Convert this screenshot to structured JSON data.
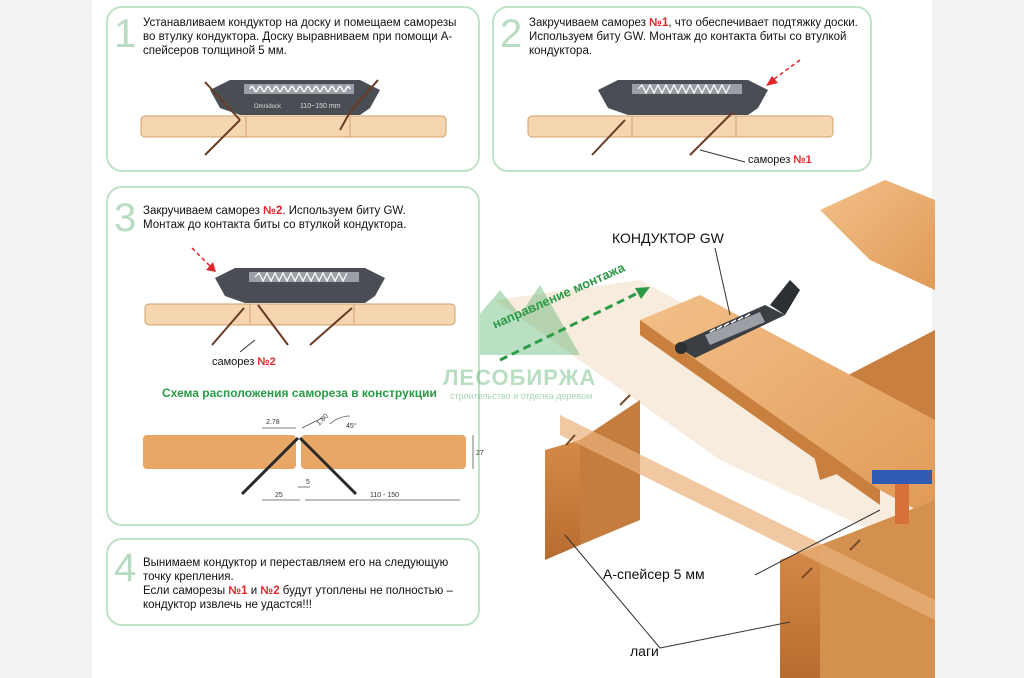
{
  "steps": {
    "s1": {
      "number": "1",
      "text": "Устанавливаем кондуктор на доску и помещаем саморезы во втулку кондуктора. Доску выравниваем при помощи А-спейсеров толщиной 5 мм."
    },
    "s2": {
      "number": "2",
      "text_before": "Закручиваем саморез ",
      "text_highlight": "№1",
      "text_after": ", что обеспечивает подтяжку доски. Используем биту GW. Монтаж до контакта биты со втулкой кондуктора.",
      "label_text": "саморез ",
      "label_num": "№1"
    },
    "s3": {
      "number": "3",
      "text_before": "Закручиваем саморез ",
      "text_highlight": "№2",
      "text_after": ". Используем биту GW. Монтаж до контакта биты со втулкой кондуктора.",
      "label_text": "саморез ",
      "label_num": "№2",
      "scheme_title": "Схема расположения самореза в конструкции",
      "dims": {
        "d1": "2.78",
        "d2": "1.80",
        "angle": "45°",
        "height": "27",
        "d25": "25",
        "d5": "5",
        "range": "110 - 150"
      }
    },
    "s4": {
      "number": "4",
      "line1": "Вынимаем кондуктор и переставляем его на следующую точку крепления.",
      "line2_before": "Если саморезы ",
      "num1": "№1",
      "and": " и ",
      "num2": "№2",
      "line2_after": " будут утоплены не полностью – кондуктор извлечь не удастся!!!"
    }
  },
  "jig": {
    "brand": "Omnidock",
    "size": "110~150 mm"
  },
  "illustration": {
    "title": "КОНДУКТОР GW",
    "direction": "направление монтажа",
    "spacer": "А-спейсер 5 мм",
    "joists": "лаги"
  },
  "watermark": {
    "name": "ЛЕСОБИРЖА",
    "tagline": "строительство и отделка деревом"
  },
  "colors": {
    "panel_border": "#bfe3c6",
    "highlight": "#e2262a",
    "green": "#2a9a45",
    "wood": "#e8a766"
  }
}
